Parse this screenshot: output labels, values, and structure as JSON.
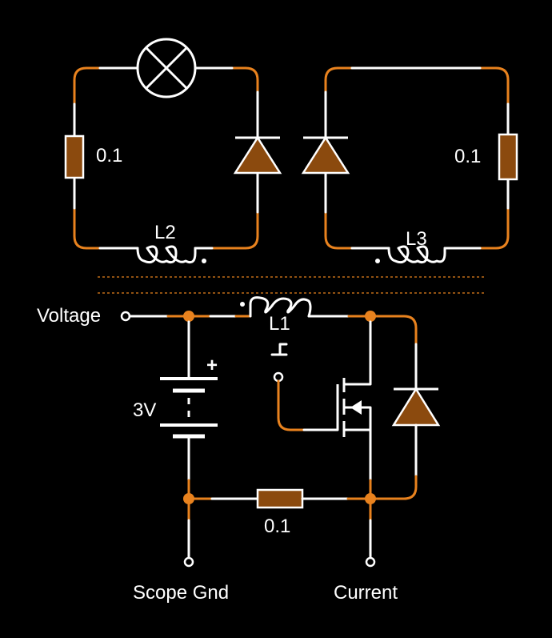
{
  "labels": {
    "r_top_left": "0.1",
    "r_top_right": "0.1",
    "l2": "L2",
    "l3": "L3",
    "l1": "L1",
    "voltage": "Voltage",
    "battery": "3V",
    "battery_plus": "+",
    "r_sense": "0.1",
    "scope_gnd": "Scope Gnd",
    "current": "Current"
  },
  "colors": {
    "background": "#000000",
    "wire": "#ffffff",
    "wire_corner": "#e8821e",
    "component_fill": "#8b4a0e"
  }
}
